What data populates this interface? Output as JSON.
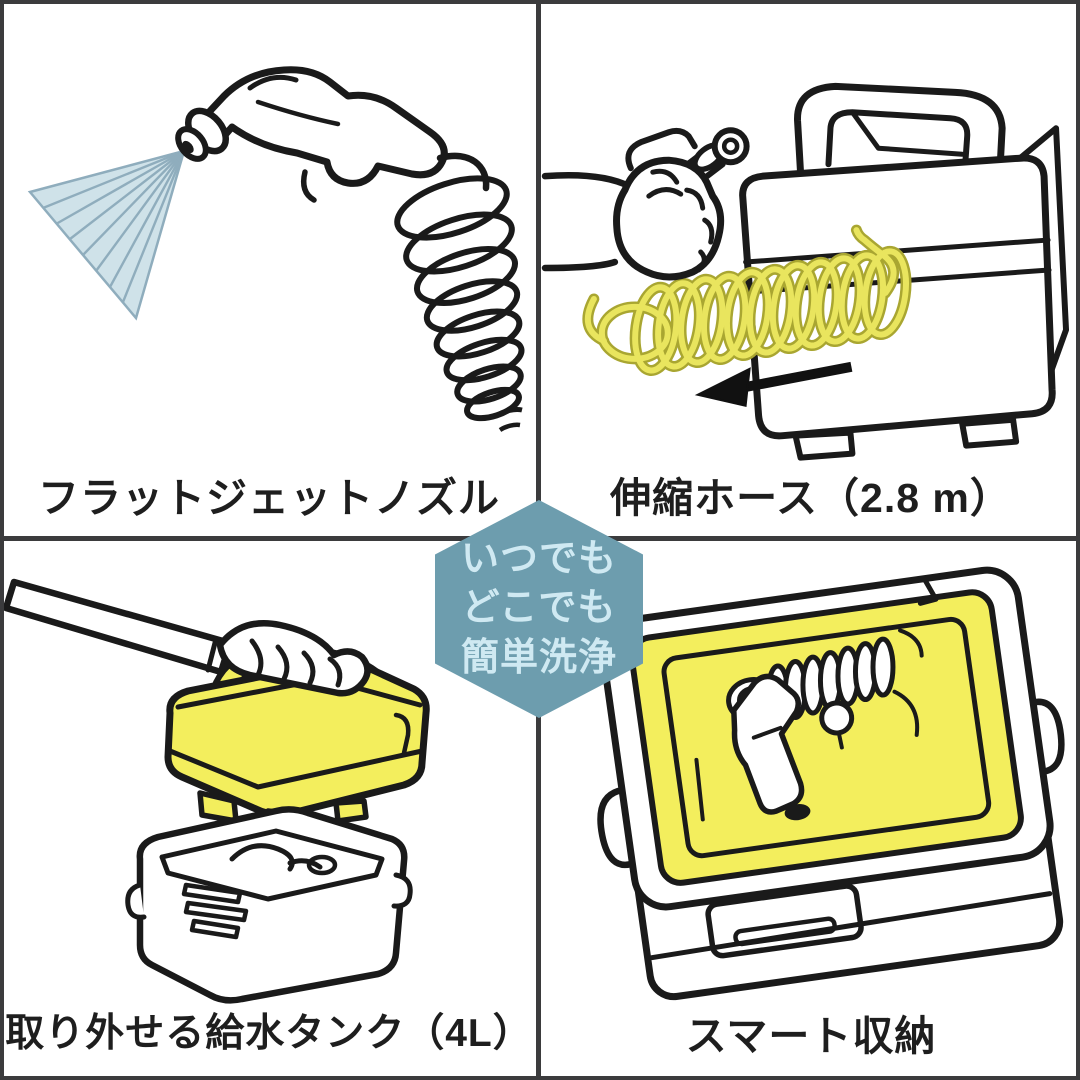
{
  "panels": {
    "top_left": {
      "label": "フラットジェットノズル",
      "icon": "spray-gun-nozzle-illustration"
    },
    "top_right": {
      "label": "伸縮ホース（2.8 m）",
      "icon": "hand-pulling-coiled-hose-illustration"
    },
    "bottom_left": {
      "label": "取り外せる給水タンク（4L）",
      "icon": "lifting-unit-from-water-tank-illustration"
    },
    "bottom_right": {
      "label": "スマート収納",
      "icon": "smart-storage-box-illustration"
    }
  },
  "center_badge": {
    "shape": "hexagon",
    "line1": "いつでも",
    "line2": "どこでも",
    "line3": "簡単洗浄",
    "bg_color": "#6d9dae",
    "text_color": "#cfe9f2"
  },
  "colors": {
    "background": "#ffffff",
    "line_art": "#1a1a1a",
    "divider": "#3b3b3d",
    "accent_yellow": "#f3ee5d",
    "hose_yellow_outline": "#a9a631",
    "hose_yellow_fill": "#e9e55e",
    "spray_fill": "#cfe2e9",
    "spray_lines": "#8fadbd"
  }
}
